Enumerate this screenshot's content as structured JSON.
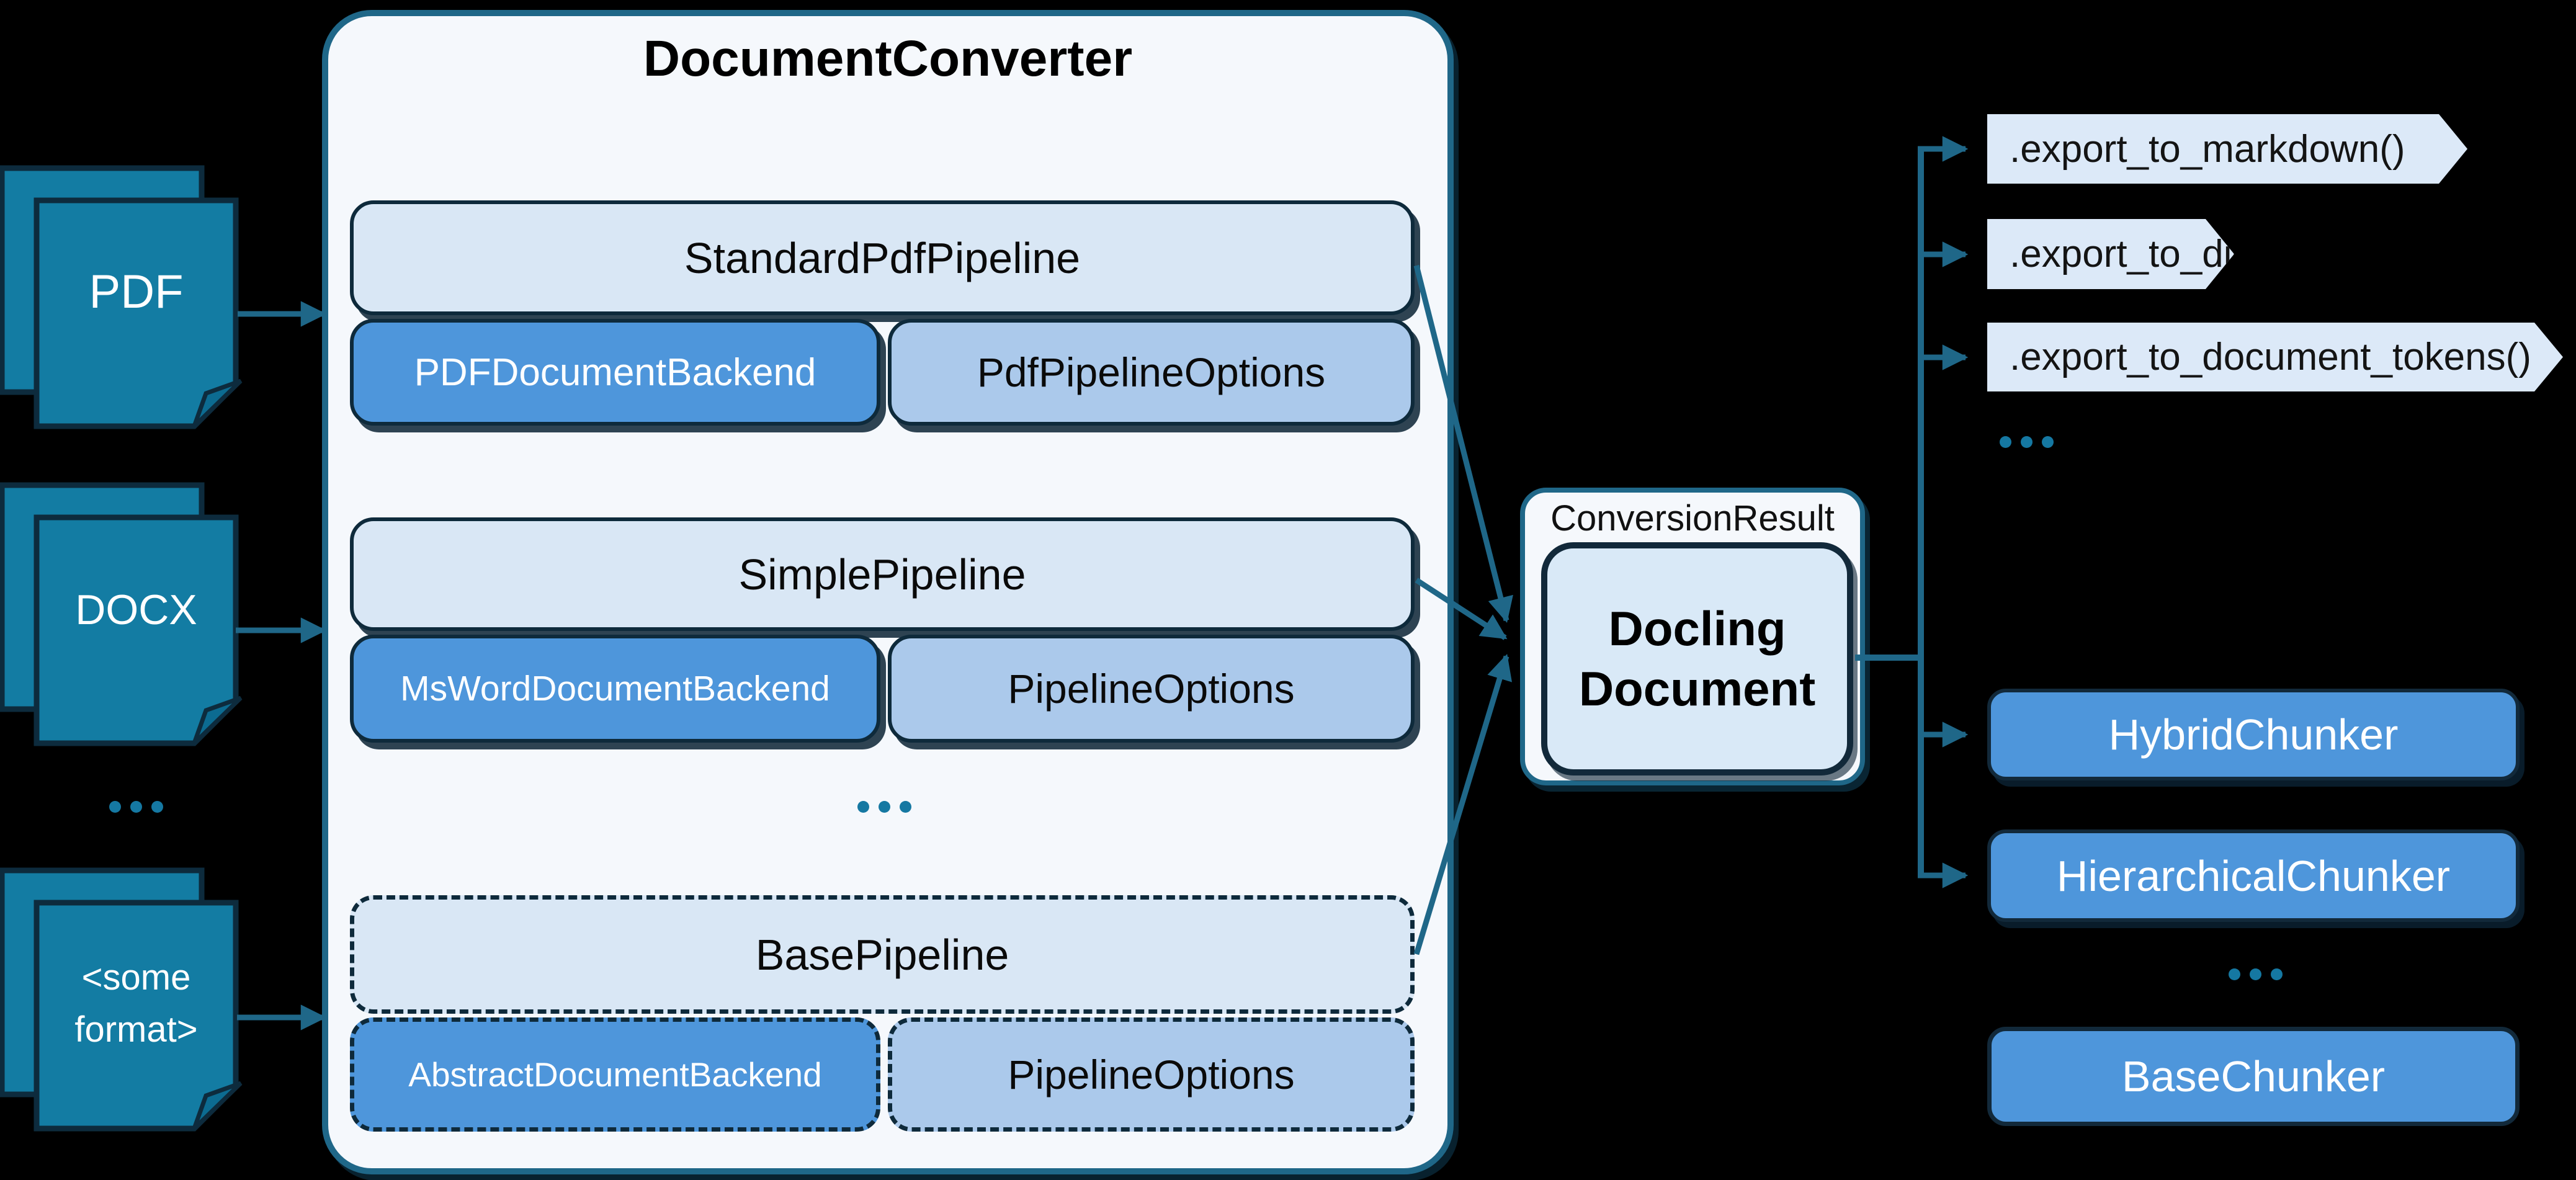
{
  "sources": {
    "pdf_label": "PDF",
    "docx_label": "DOCX",
    "ellipsis": "...",
    "other_line1": "<some",
    "other_line2": "format>"
  },
  "converter": {
    "title": "DocumentConverter",
    "pipelines": [
      {
        "name": "StandardPdfPipeline",
        "backend": "PDFDocumentBackend",
        "options": "PdfPipelineOptions"
      },
      {
        "name": "SimplePipeline",
        "backend": "MsWordDocumentBackend",
        "options": "PipelineOptions"
      },
      {
        "name": "BasePipeline",
        "backend": "AbstractDocumentBackend",
        "options": "PipelineOptions"
      }
    ],
    "ellipsis": "..."
  },
  "result": {
    "container_label": "ConversionResult",
    "document_line1": "Docling",
    "document_line2": "Document"
  },
  "exports": {
    "items": [
      ".export_to_markdown()",
      ".export_to_dict()",
      ".export_to_document_tokens()"
    ],
    "ellipsis": "..."
  },
  "chunkers": {
    "hybrid": "HybridChunker",
    "hierarchical": "HierarchicalChunker",
    "ellipsis": "...",
    "base": "BaseChunker"
  },
  "colors": {
    "accent_teal": "#1F6788",
    "document_fill": "#137CA3",
    "dark_navy": "#0D2B3D",
    "panel_fill": "#F5F8FC",
    "pipeline_fill": "#D9E7F5",
    "backend_fill": "#4E96DB",
    "options_fill": "#ABC9EB",
    "chevron_fill": "#DCE9F8",
    "dots_teal": "#1578A2"
  }
}
